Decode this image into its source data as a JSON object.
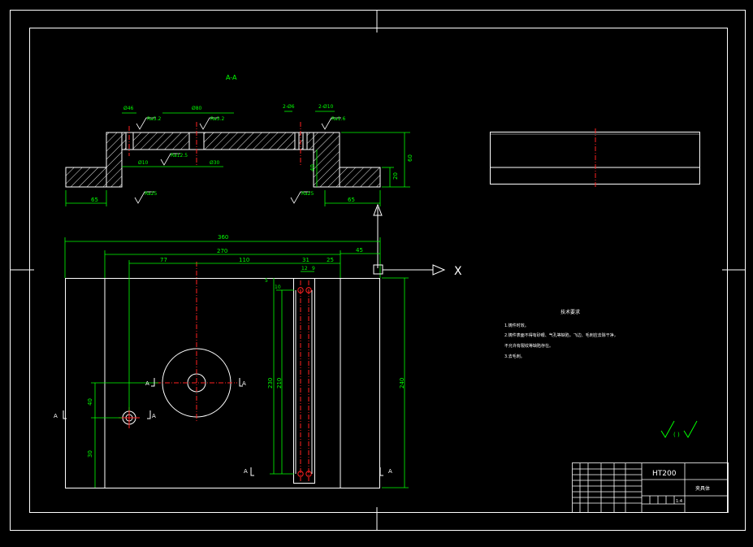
{
  "colors": {
    "background": "#000000",
    "line": "#ffffff",
    "dimension": "#00ff00",
    "centerline": "#ff2020",
    "hatch": "#ffffff"
  },
  "section_view": {
    "title": "A-A",
    "top_callouts": [
      "Ø46",
      "Ø80",
      "2-Ø6",
      "2-Ø10"
    ],
    "roughness_labels": [
      "Ra3.2",
      "Ra3.2",
      "Ra1.6",
      "Ra12.5",
      "Ra25",
      "Ra25"
    ],
    "inner_callouts": [
      "Ø10",
      "Ø30"
    ],
    "left_dimension": "65",
    "right_dimension": "65",
    "height_dims": [
      "40",
      "60",
      "20"
    ]
  },
  "plan_view": {
    "overall_width": "360",
    "width_270": "270",
    "dim_77": "77",
    "dim_110": "110",
    "dim_31": "31",
    "dim_25": "25",
    "dim_45": "45",
    "dim_12": "12",
    "dim_9": "9",
    "dim_5": "5",
    "dim_10": "10",
    "slot_length_1": "230",
    "slot_length_2": "210",
    "height_240": "240",
    "dim_40": "40",
    "dim_30": "30",
    "section_mark": "A",
    "axis_label": "X"
  },
  "notes": {
    "heading": "技术要求",
    "items": [
      "1.铸件时效。",
      "2.铸件表面不得有砂眼、气孔等缺陷，飞边、毛刺应去除干净，",
      "不允许有裂纹等缺陷存在。",
      "3.去毛刺。"
    ]
  },
  "roughness_symbol_label": "(   )",
  "title_block": {
    "material": "HT200",
    "part_name": "夹具体",
    "scale_mark": "1:4"
  }
}
